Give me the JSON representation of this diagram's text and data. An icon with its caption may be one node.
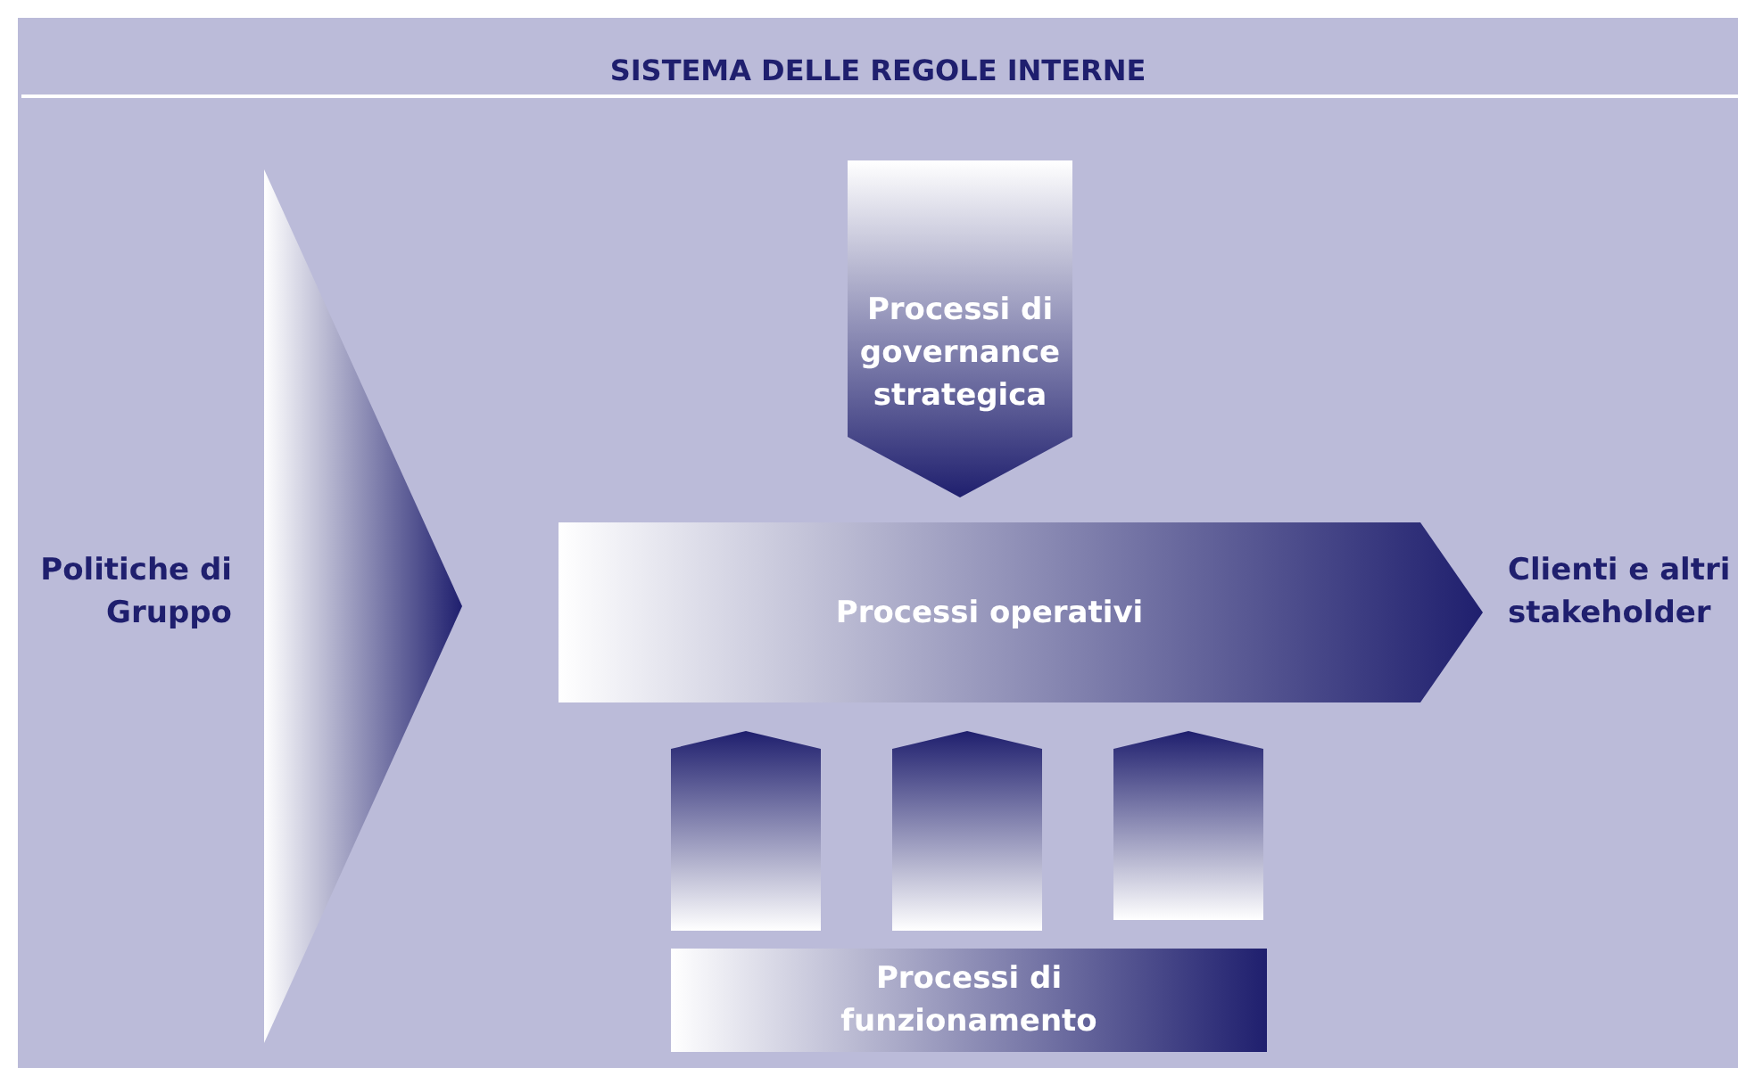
{
  "diagram": {
    "title": "SISTEMA DELLE REGOLE INTERNE",
    "nodes": [
      {
        "text": [
          "Politiche di Gruppo"
        ]
      },
      {
        "text": [],
        "shape": "triangle"
      },
      {
        "text": [
          "Processi di governance strategica"
        ]
      },
      {
        "text": [
          "Processi operativi"
        ]
      },
      {
        "text": [
          "Clienti e altri stakeholder"
        ]
      },
      {
        "text": [],
        "shape": "arrow"
      },
      {
        "text": [],
        "shape": "arrow"
      },
      {
        "text": [],
        "shape": "arrow"
      },
      {
        "text": [
          "Processi di funzionamento"
        ]
      }
    ]
  }
}
